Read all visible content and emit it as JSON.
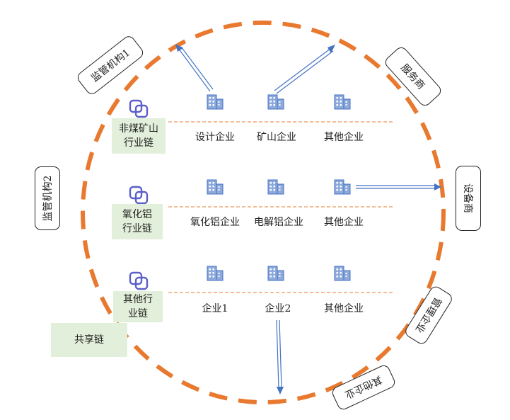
{
  "chains": [
    {
      "label_line1": "非煤矿山",
      "label_line2": "行业链",
      "enterprises": [
        "设计企业",
        "矿山企业",
        "其他企业"
      ]
    },
    {
      "label_line1": "氧化铝",
      "label_line2": "行业链",
      "enterprises": [
        "氧化铝企业",
        "电解铝企业",
        "其他企业"
      ]
    },
    {
      "label_line1": "其他行",
      "label_line2": "业链",
      "enterprises": [
        "企业1",
        "企业2",
        "其他企业"
      ]
    }
  ],
  "shared_chain": "共享链",
  "outer_nodes": {
    "regulator1": "监管机构1",
    "regulator2": "监管机构2",
    "service_provider": "服务商",
    "equipment_provider": "设备商",
    "management_company": "管理企业",
    "other_company": "其他企业"
  },
  "colors": {
    "ring": "#e8792f",
    "arrow": "#4472c4",
    "building": "#8eaadb",
    "building_stroke": "#4472c4",
    "chain_icon": "#5b5fc7",
    "chain_box": "#e2efda",
    "divider": "#e8792f"
  },
  "icons": {
    "chain": "link-chain-icon",
    "enterprise": "office-building-icon"
  }
}
